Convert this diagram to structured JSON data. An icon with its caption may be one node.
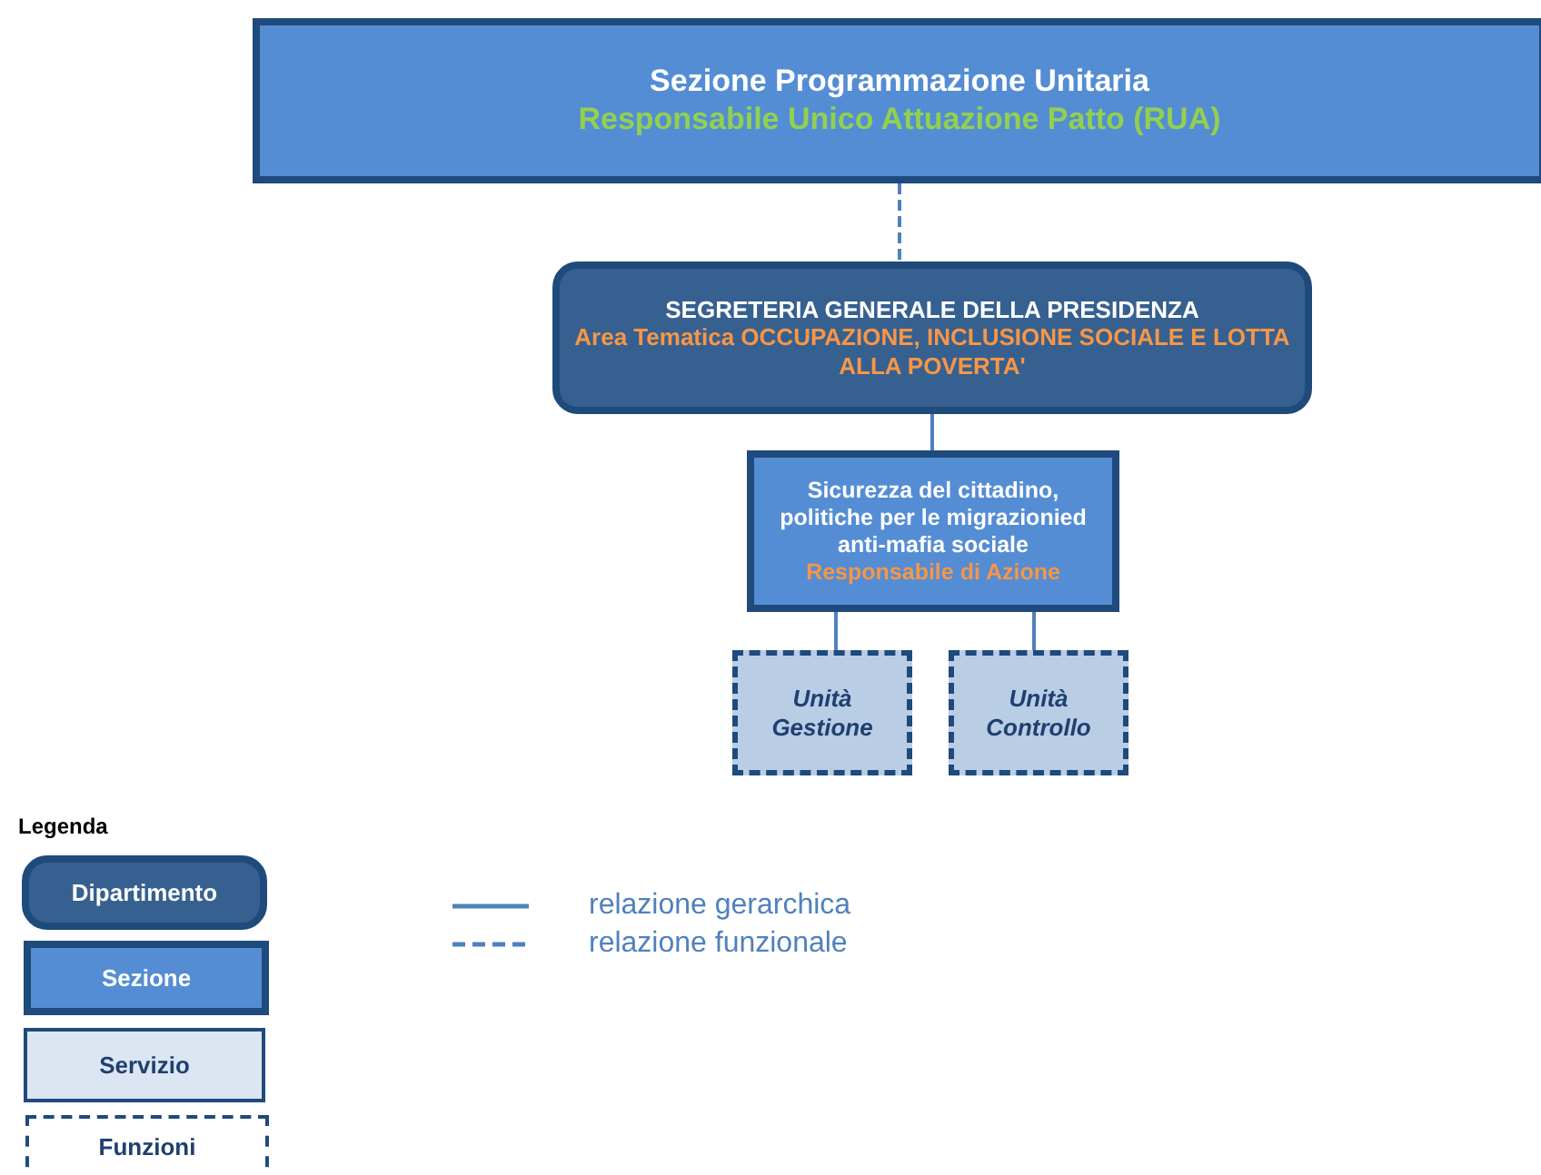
{
  "diagram": {
    "nodes": [
      {
        "text": [
          "Sezione Programmazione Unitaria",
          "Responsabile Unico Attuazione Patto (RUA)"
        ]
      },
      {
        "text": [
          "SEGRETERIA GENERALE DELLA PRESIDENZA",
          "Area Tematica OCCUPAZIONE, INCLUSIONE SOCIALE E LOTTA ALLA POVERTA'"
        ]
      },
      {
        "text": [
          "Sicurezza del cittadino, politiche per le migrazionied anti-mafia sociale",
          "Responsabile di Azione"
        ]
      },
      {
        "text": [
          "Unità Gestione"
        ]
      },
      {
        "text": [
          "Unità Controllo"
        ]
      }
    ],
    "edges": [
      {
        "from": 0,
        "to": 1,
        "arrow": "none",
        "style": "dashed"
      },
      {
        "from": 1,
        "to": 2,
        "arrow": "none"
      },
      {
        "from": 2,
        "to": 3,
        "arrow": "none"
      },
      {
        "from": 2,
        "to": 4,
        "arrow": "none"
      }
    ],
    "labels": [
      "Legenda"
    ],
    "legend": [
      {
        "text": "Dipartimento"
      },
      {
        "text": "Sezione"
      },
      {
        "text": "Servizio"
      },
      {
        "text": "Funzioni"
      },
      {
        "text": "relazione gerarchica"
      },
      {
        "text": "relazione funzionale"
      }
    ]
  }
}
